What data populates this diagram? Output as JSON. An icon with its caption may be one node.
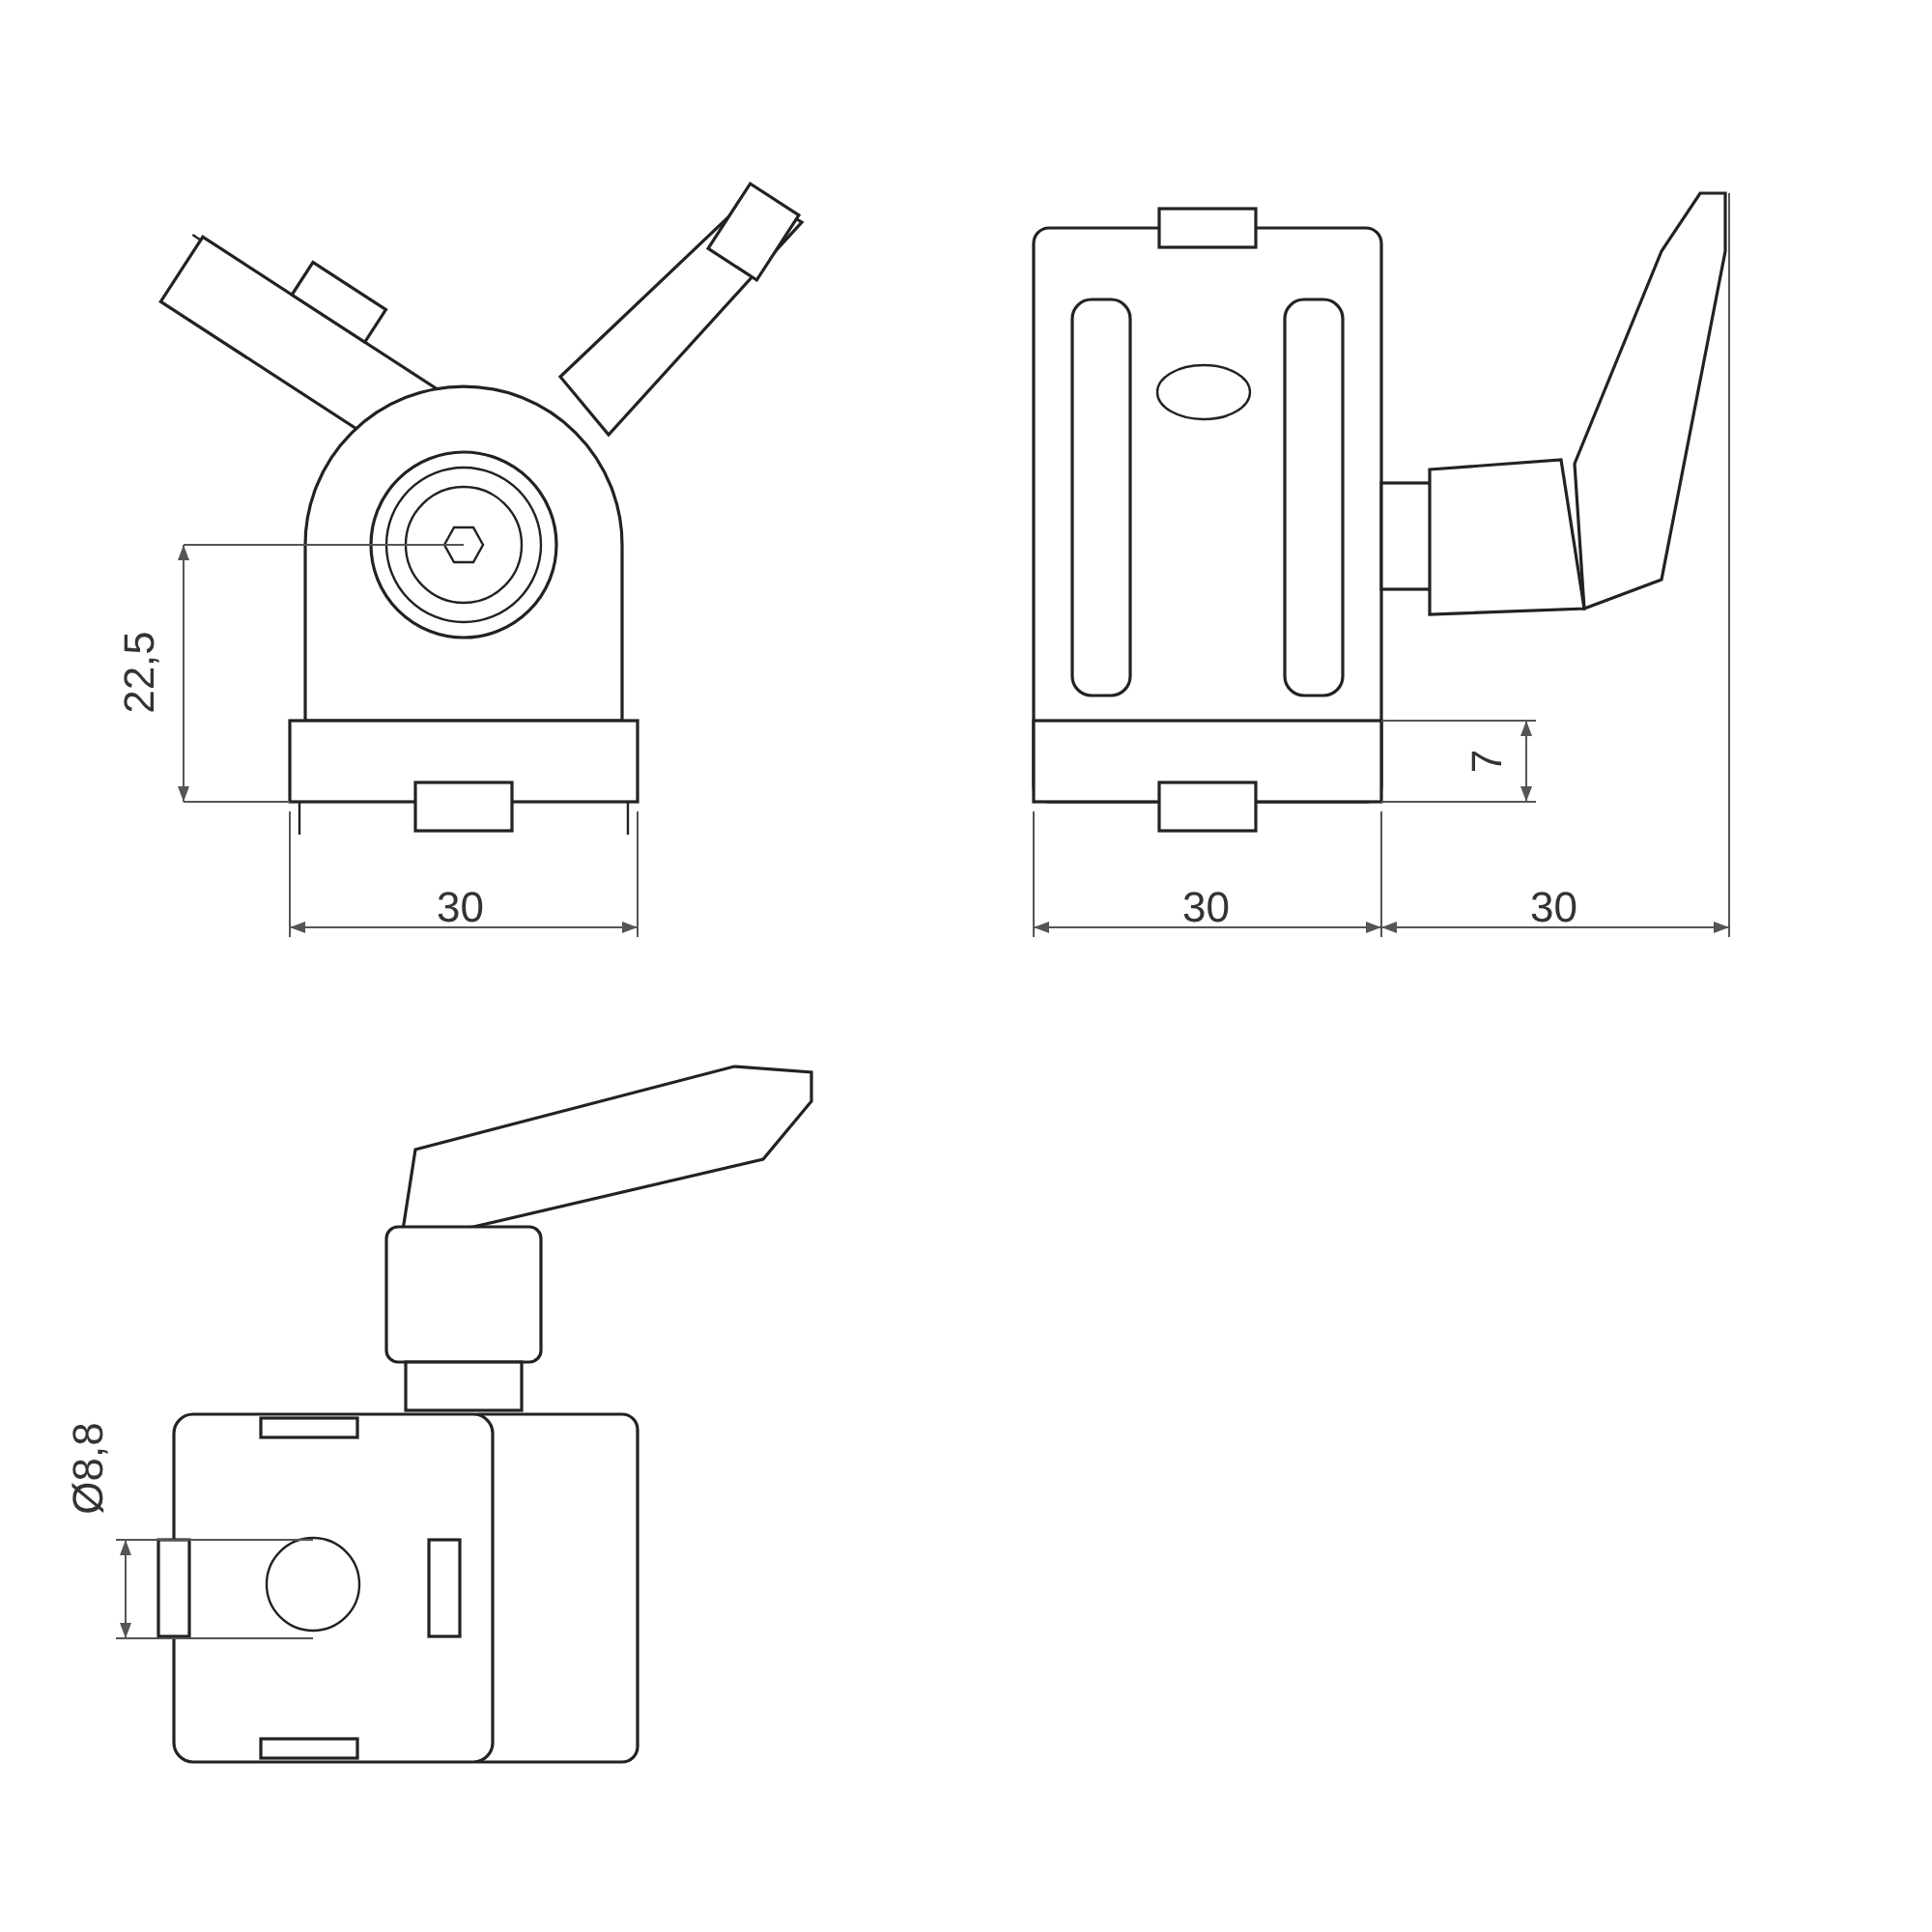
{
  "diagram": {
    "labels": [
      "22,5",
      "7",
      "30",
      "30",
      "30",
      "Ø8,8"
    ]
  }
}
